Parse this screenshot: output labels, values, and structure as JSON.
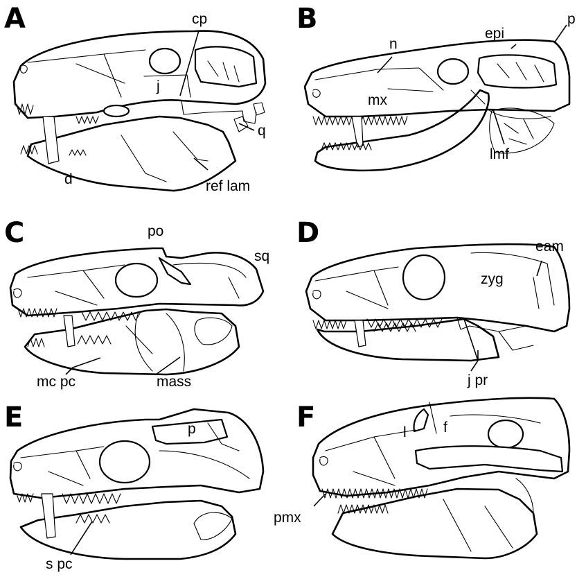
{
  "panels": [
    {
      "letter": "A",
      "labels": [
        "cp",
        "j",
        "q",
        "d",
        "ref lam"
      ]
    },
    {
      "letter": "B",
      "labels": [
        "n",
        "epi",
        "p",
        "mx",
        "lmf"
      ]
    },
    {
      "letter": "C",
      "labels": [
        "po",
        "sq",
        "mc pc",
        "mass"
      ]
    },
    {
      "letter": "D",
      "labels": [
        "eam",
        "zyg",
        "j pr"
      ]
    },
    {
      "letter": "E",
      "labels": [
        "p",
        "s pc"
      ]
    },
    {
      "letter": "F",
      "labels": [
        "l",
        "f",
        "pmx"
      ]
    }
  ]
}
